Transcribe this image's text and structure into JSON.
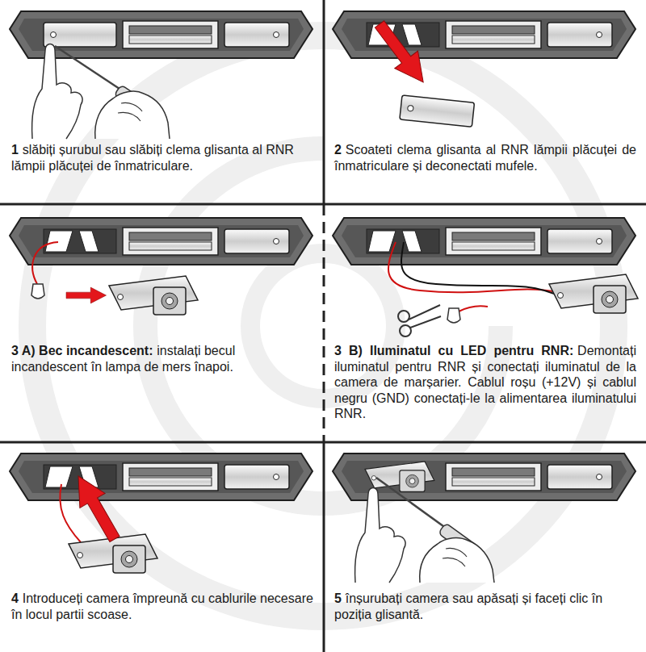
{
  "diagram": {
    "labels": [
      "1",
      "slăbiți șurubul sau slăbiți clema glisanta al RNR lămpii plăcuței de înmatriculare.",
      "2",
      "Scoateti clema glisanta al RNR lămpii plăcuței de înmatriculare și deconectati mufele.",
      "3 A) Bec incandescent:",
      "instalați becul incandescent în lampa de mers înapoi.",
      "3 B) Iluminatul cu LED pentru RNR:",
      "Demontați iluminatul pentru RNR și conectați iluminatul de la camera de marșarier. Cablul roșu (+12V) și cablul negru (GND) conectați-le la alimentarea iluminatului RNR.",
      "4",
      "Introduceți camera împreună cu cablurile necesare în locul partii scoase.",
      "5",
      "înșurubați camera sau apăsați și faceți clic în poziția glisantă."
    ]
  }
}
